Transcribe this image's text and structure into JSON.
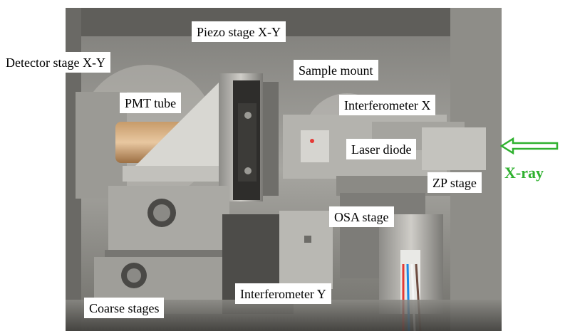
{
  "labels": {
    "piezo_stage": "Piezo stage X-Y",
    "detector_stage": "Detector stage X-Y",
    "sample_mount": "Sample mount",
    "pmt_tube": "PMT tube",
    "interferometer_x": "Interferometer X",
    "laser_diode": "Laser diode",
    "zp_stage": "ZP stage",
    "osa_stage": "OSA stage",
    "interferometer_y": "Interferometer Y",
    "coarse_stages": "Coarse stages",
    "xray": "X-ray"
  },
  "colors": {
    "xray_accent": "#2fb12f",
    "label_background": "#ffffff",
    "label_text": "#000000"
  }
}
